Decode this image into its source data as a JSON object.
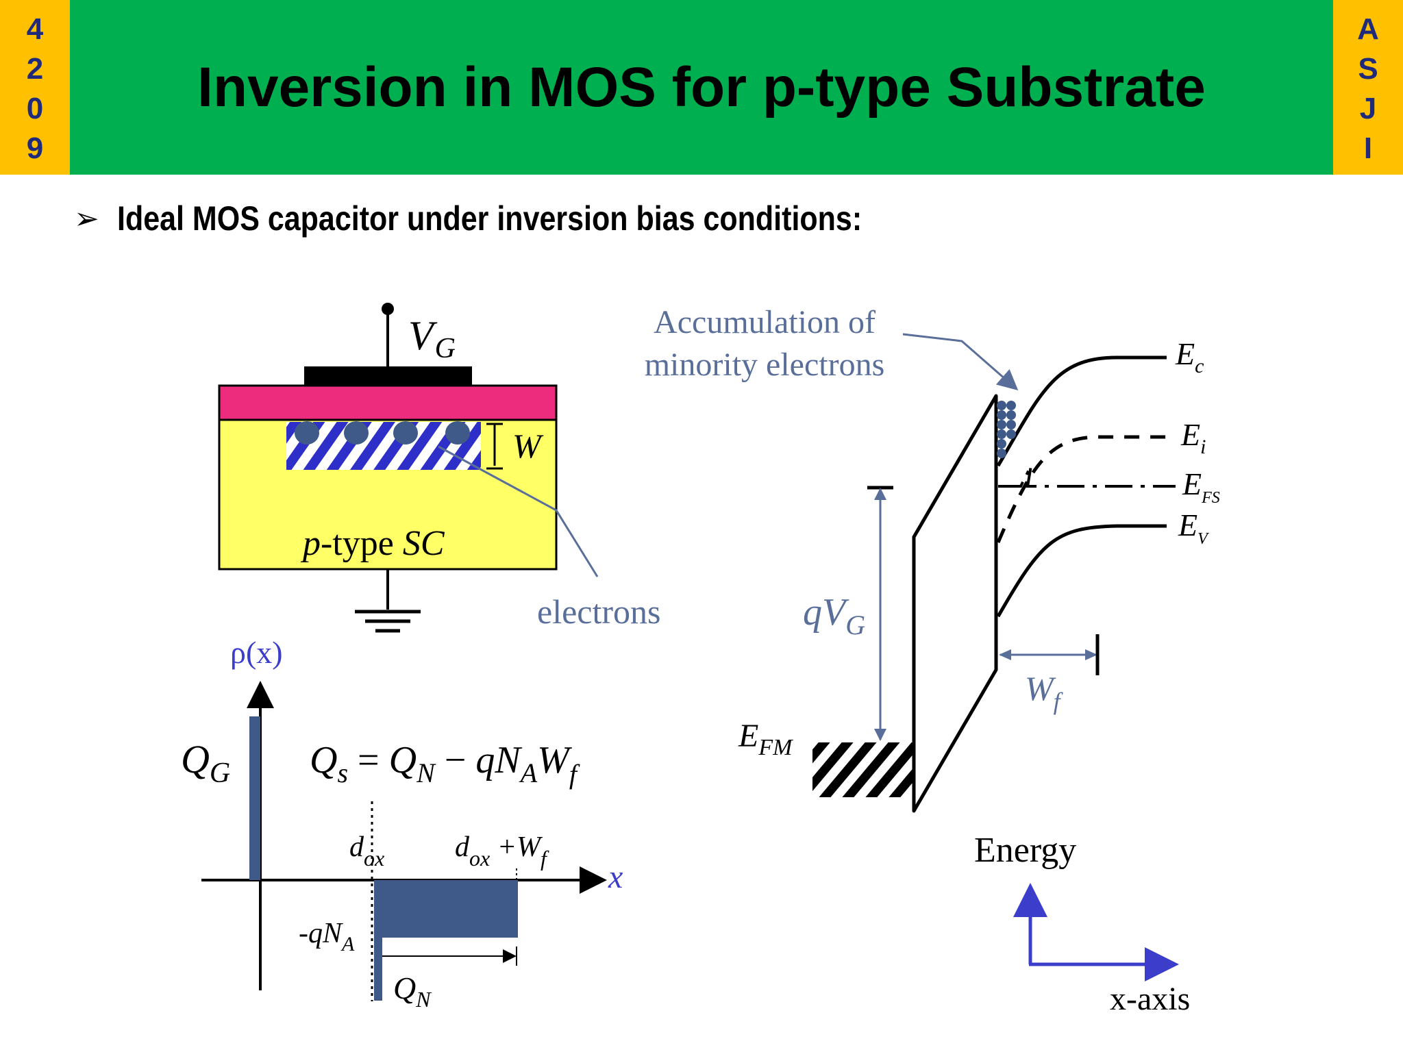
{
  "header": {
    "left_letters": [
      "4",
      "2",
      "0",
      "9"
    ],
    "right_letters": [
      "A",
      "S",
      "J",
      "I"
    ],
    "title": "Inversion in MOS for p-type Substrate"
  },
  "bullet": {
    "arrow": "➢",
    "text": "Ideal MOS capacitor under inversion bias conditions:"
  },
  "mos_structure": {
    "gate_label": "V",
    "gate_sub": "G",
    "depletion_label": "W",
    "substrate_label_italic_p": "p",
    "substrate_label_mid": "-type ",
    "substrate_label_sc": "SC",
    "electrons_label": "electrons"
  },
  "charge_plot": {
    "y_label": "ρ(x)",
    "qg_label": "Q",
    "qg_sub": "G",
    "equation": {
      "qs": "Q",
      "qs_sub": "s",
      "eq": " = ",
      "qn": "Q",
      "qn_sub": "N",
      "minus": " − ",
      "qna": "qN",
      "qna_sub": "A",
      "w": "W",
      "w_sub": "f"
    },
    "dox_label": "d",
    "dox_sub": "ox",
    "dox_w_label": "d",
    "dox_w_sub": "ox",
    "dox_w_plus": " +W",
    "dox_w_sub2": "f",
    "x_label": "x",
    "neg_label": "-qN",
    "neg_sub": "A",
    "qn_label": "Q",
    "qn_sub": "N"
  },
  "band_diagram": {
    "accumulation_line1": "Accumulation of",
    "accumulation_line2": "minority electrons",
    "ec": "E",
    "ec_sub": "c",
    "ei": "E",
    "ei_sub": "i",
    "efs": "E",
    "efs_sub": "FS",
    "ev": "E",
    "ev_sub": "V",
    "qvg": "qV",
    "qvg_sub": "G",
    "wf": "W",
    "wf_sub": "f",
    "efm": "E",
    "efm_sub": "FM",
    "energy_label": "Energy",
    "xaxis_label": "x-axis"
  },
  "colors": {
    "title_green": "#00B050",
    "side_yellow": "#FFC000",
    "side_text": "#1F2A7A",
    "oxide_pink": "#EE2C7E",
    "substrate_yellow": "#FFFF66",
    "annotation_blue": "#5A6E9A",
    "charge_fill": "#3F5A88",
    "axis_blue": "#3D3DCC"
  }
}
